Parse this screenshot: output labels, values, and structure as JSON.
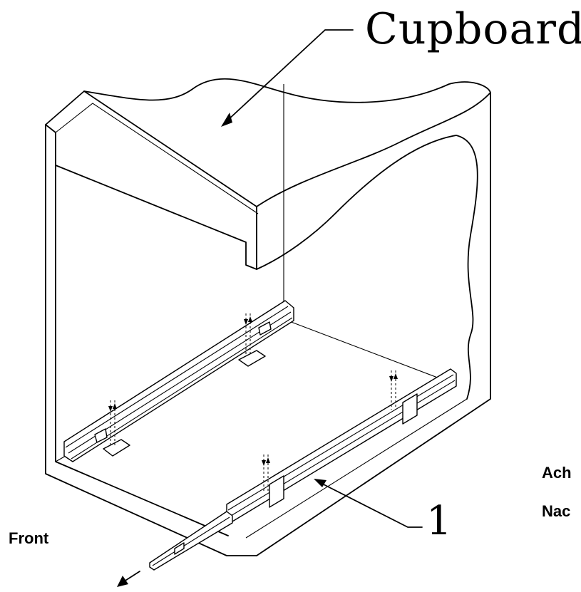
{
  "labels": {
    "cupboard": "Cupboard",
    "part_number": "1",
    "front": "Front",
    "right_line_1": "Ach",
    "right_line_2": "Nac"
  },
  "icons": {
    "front_arrow": "arrow-down-left-icon"
  },
  "colors": {
    "line": "#000000",
    "background": "#ffffff"
  }
}
